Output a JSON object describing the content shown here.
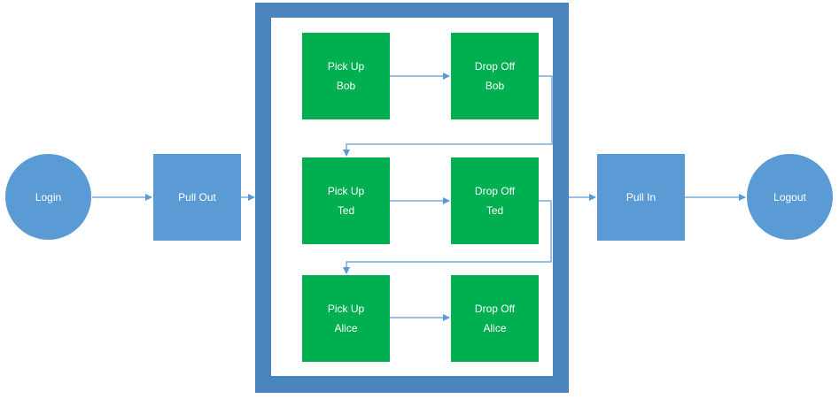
{
  "nodes": {
    "login": "Login",
    "pull_out": "Pull Out",
    "pull_in": "Pull In",
    "logout": "Logout",
    "pickup_bob": [
      "Pick Up",
      "Bob"
    ],
    "dropoff_bob": [
      "Drop Off",
      "Bob"
    ],
    "pickup_ted": [
      "Pick Up",
      "Ted"
    ],
    "dropoff_ted": [
      "Drop Off",
      "Ted"
    ],
    "pickup_alice": [
      "Pick Up",
      "Alice"
    ],
    "dropoff_alice": [
      "Drop Off",
      "Alice"
    ]
  },
  "colors": {
    "frame": "#4a84bd",
    "blue_node": "#5b9bd5",
    "green_node": "#00b050",
    "arrow": "#5b9bd5"
  }
}
